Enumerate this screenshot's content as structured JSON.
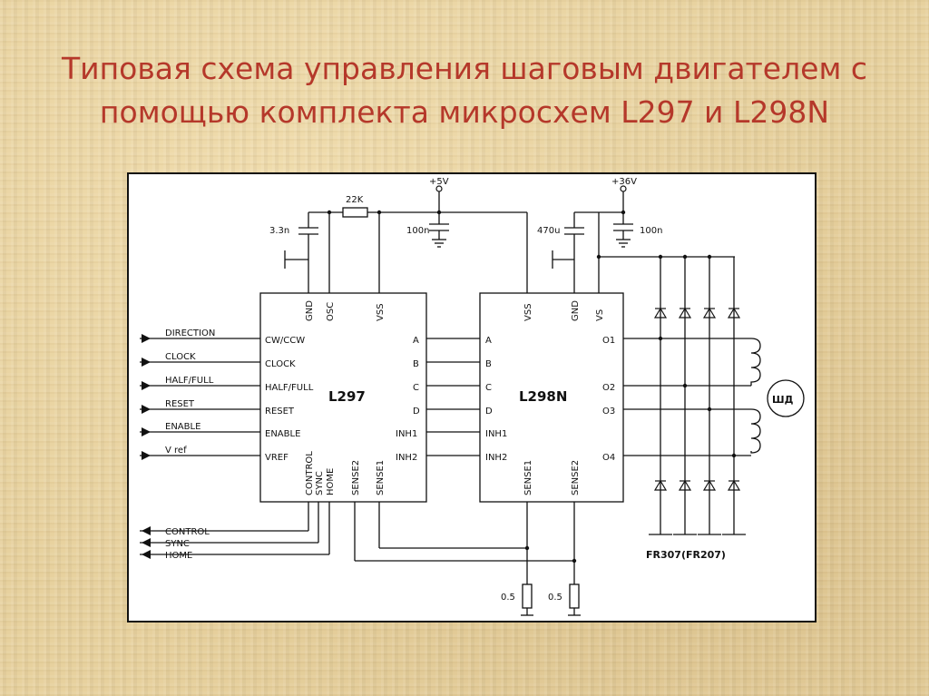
{
  "title": {
    "line1": "Типовая схема управления шаговым двигателем с",
    "line2": "помощью комплекта микросхем L297 и L298N"
  },
  "chips": {
    "l297": {
      "name": "L297",
      "left_pins": [
        "CW/CCW",
        "CLOCK",
        "HALF/FULL",
        "RESET",
        "ENABLE",
        "VREF"
      ],
      "top_pins": [
        "GND",
        "OSC",
        "VSS"
      ],
      "bottom_pins": [
        "CONTROL",
        "SYNC",
        "HOME",
        "SENSE2",
        "SENSE1"
      ],
      "right_pins": [
        "A",
        "B",
        "C",
        "D",
        "INH1",
        "INH2"
      ]
    },
    "l298n": {
      "name": "L298N",
      "left_pins": [
        "A",
        "B",
        "C",
        "D",
        "INH1",
        "INH2"
      ],
      "top_pins": [
        "VSS",
        "GND",
        "VS"
      ],
      "bottom_pins": [
        "SENSE1",
        "SENSE2"
      ],
      "right_pins": [
        "O1",
        "O2",
        "O3",
        "O4"
      ]
    }
  },
  "inputs": [
    "DIRECTION",
    "CLOCK",
    "HALF/FULL",
    "RESET",
    "ENABLE",
    "V ref"
  ],
  "outputs": [
    "CONTROL",
    "SYNC",
    "HOME"
  ],
  "components": {
    "r_osc": "22K",
    "c_osc": "3.3n",
    "c_5v": "100n",
    "supply_5v": "+5V",
    "c_470": "470u",
    "c_36v": "100n",
    "supply_36v": "+36V",
    "r_sense1": "0.5",
    "r_sense2": "0.5",
    "diodes": "FR307(FR207)",
    "motor": "ШД"
  }
}
